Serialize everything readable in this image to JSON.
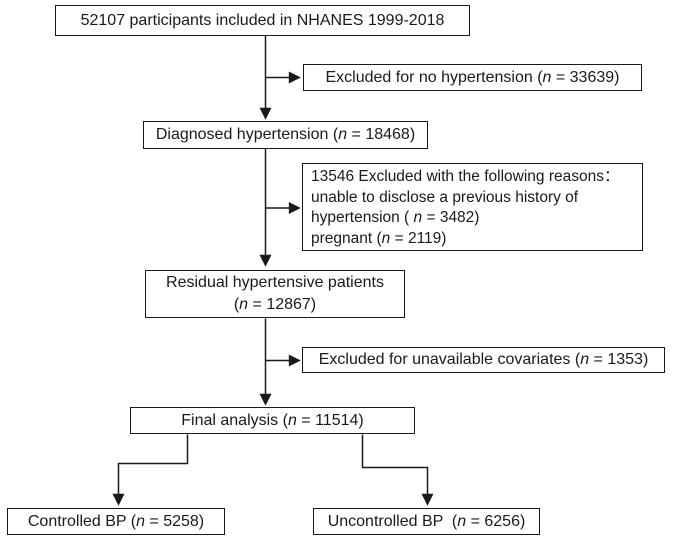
{
  "flow": {
    "participants": {
      "text": "52107 participants included in NHANES 1999-2018"
    },
    "excluded_no_hypertension": {
      "pre": "Excluded for no hypertension (",
      "n": "n",
      "post": " = 33639)"
    },
    "diagnosed": {
      "pre": "Diagnosed hypertension (",
      "n": "n",
      "post": " = 18468)"
    },
    "excluded_reasons": {
      "line1": "13546 Excluded with the following reasons：",
      "line2": "unable to disclose a previous history of",
      "line3_pre": "hypertension ( ",
      "line3_n": "n",
      "line3_post": " = 3482)",
      "line4_pre": "pregnant (",
      "line4_n": "n",
      "line4_post": " = 2119)"
    },
    "residual": {
      "line1": "Residual hypertensive patients",
      "line2_pre": "(",
      "line2_n": "n",
      "line2_post": " = 12867)"
    },
    "excluded_covariates": {
      "pre": "Excluded for unavailable covariates (",
      "n": "n",
      "post": " = 1353)"
    },
    "final_analysis": {
      "pre": "Final analysis (",
      "n": "n",
      "post": " = 11514)"
    },
    "controlled": {
      "pre": "Controlled BP (",
      "n": "n",
      "post": " = 5258)"
    },
    "uncontrolled": {
      "pre": "Uncontrolled BP  (",
      "n": "n",
      "post": " = 6256)"
    },
    "colors": {
      "border": "#1a1a1a",
      "text": "#1a1a1a",
      "background": "#ffffff"
    }
  }
}
